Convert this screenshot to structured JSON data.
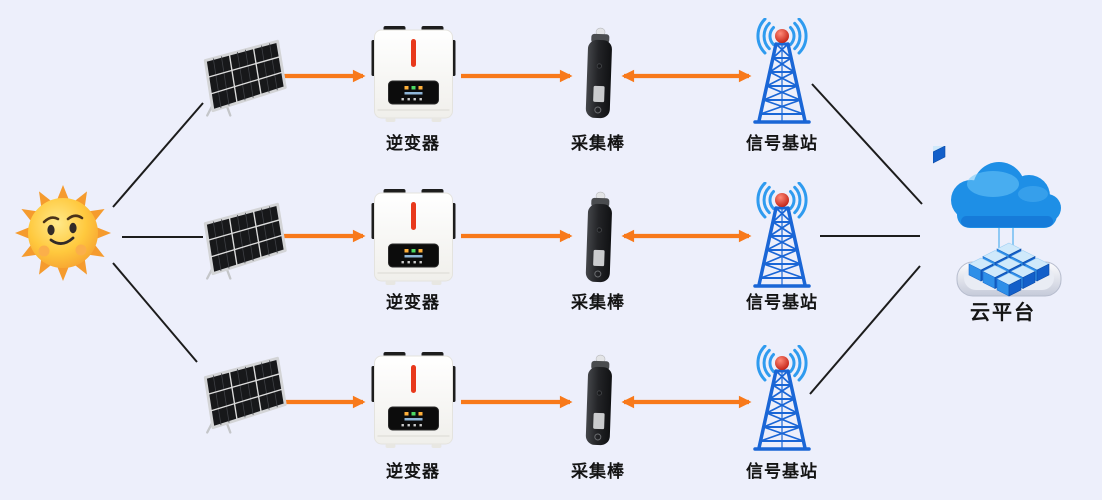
{
  "diagram": {
    "description": "solar-monitoring-flow",
    "rows": [
      {
        "inverter_label": "逆变器",
        "collector_label": "采集棒",
        "station_label": "信号基站"
      },
      {
        "inverter_label": "逆变器",
        "collector_label": "采集棒",
        "station_label": "信号基站"
      },
      {
        "inverter_label": "逆变器",
        "collector_label": "采集棒",
        "station_label": "信号基站"
      }
    ],
    "cloud": {
      "label": "云平台"
    },
    "icons": {
      "sun": "sun-emoji-icon",
      "panel": "solar-panel-icon",
      "inverter": "inverter-icon",
      "collector": "data-logger-stick-icon",
      "station": "signal-tower-icon",
      "cloud": "cloud-platform-icon"
    },
    "colors": {
      "background": "#edeffb",
      "arrow_orange": "#f8791a",
      "line_black": "#1c1c1c",
      "tower_blue": "#1e6fdd",
      "cloud_blue": "#1e8fe6",
      "sun_orange": "#f5a02e",
      "ball_red": "#d42b1f"
    }
  }
}
